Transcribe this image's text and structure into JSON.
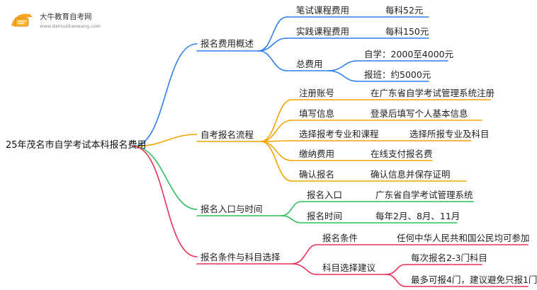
{
  "brand": {
    "name": "大牛教育自考网",
    "url": "www.daniuzikaowang.com",
    "color": "#f5a623"
  },
  "colors": {
    "blue": "#2f7ff0",
    "orange": "#f5a300",
    "green": "#2fbf5a",
    "red": "#ee2e55"
  },
  "root": "25年茂名市自学考试本科报名费用",
  "branches": {
    "fee": {
      "label": "报名费用概述",
      "written_label": "笔试课程费用",
      "written_value": "每科52元",
      "practice_label": "实践课程费用",
      "practice_value": "每科150元",
      "total_label": "总费用",
      "self_study": "自学：2000至4000元",
      "class": "报班：约5000元"
    },
    "process": {
      "label": "自考报名流程",
      "steps": [
        {
          "label": "注册账号",
          "value": "在广东省自学考试管理系统注册"
        },
        {
          "label": "填写信息",
          "value": "登录后填写个人基本信息"
        },
        {
          "label": "选择报考专业和课程",
          "value": "选择所报专业及科目"
        },
        {
          "label": "缴纳费用",
          "value": "在线支付报名费"
        },
        {
          "label": "确认报名",
          "value": "确认信息并保存证明"
        }
      ]
    },
    "entry": {
      "label": "报名入口与时间",
      "entry_label": "报名入口",
      "entry_value": "广东省自学考试管理系统",
      "time_label": "报名时间",
      "time_value": "每年2月、8月、11月"
    },
    "condition": {
      "label": "报名条件与科目选择",
      "cond_label": "报名条件",
      "cond_value": "任何中华人民共和国公民均可参加",
      "advice_label": "科目选择建议",
      "advice_1": "每次报名2-3门科目",
      "advice_2": "最多可报4门，建议避免只报1门"
    }
  }
}
